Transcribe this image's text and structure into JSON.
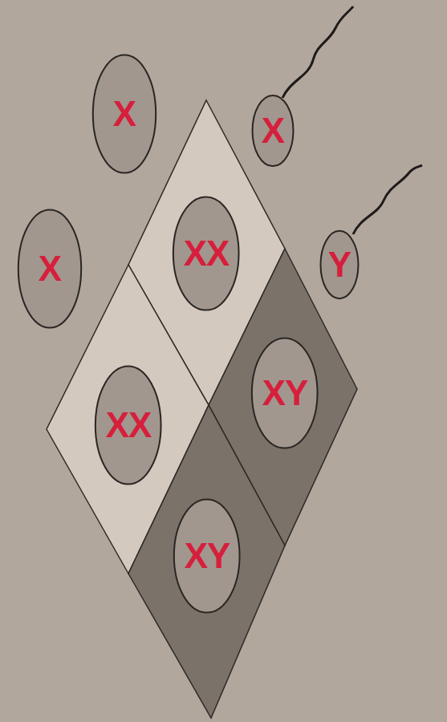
{
  "diagram": {
    "nodes": [
      {
        "text": [
          "X"
        ]
      },
      {
        "text": [
          "X"
        ]
      },
      {
        "text": [
          "XX"
        ]
      },
      {
        "text": [
          "X"
        ]
      },
      {
        "text": [
          "Y"
        ]
      },
      {
        "text": [
          "XY"
        ]
      },
      {
        "text": [
          "XX"
        ]
      },
      {
        "text": [
          "XY"
        ]
      }
    ]
  }
}
